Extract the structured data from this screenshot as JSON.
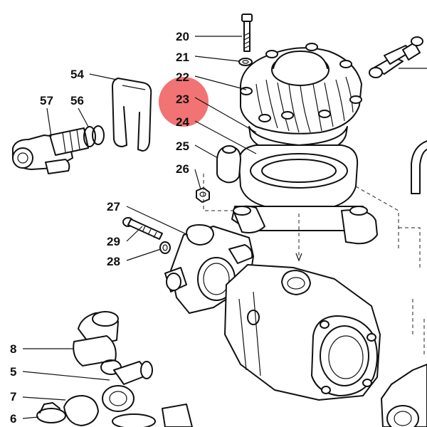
{
  "diagram": {
    "highlight_color": "#f05a5a",
    "line_color": "#111111",
    "background": "#ffffff",
    "labels": [
      {
        "id": "p20",
        "text": "20"
      },
      {
        "id": "p21",
        "text": "21"
      },
      {
        "id": "p22",
        "text": "22"
      },
      {
        "id": "p23",
        "text": "23",
        "highlighted": true
      },
      {
        "id": "p24",
        "text": "24"
      },
      {
        "id": "p25",
        "text": "25"
      },
      {
        "id": "p26",
        "text": "26"
      },
      {
        "id": "p27",
        "text": "27"
      },
      {
        "id": "p29",
        "text": "29"
      },
      {
        "id": "p28",
        "text": "28"
      },
      {
        "id": "p54",
        "text": "54"
      },
      {
        "id": "p57",
        "text": "57"
      },
      {
        "id": "p56",
        "text": "56"
      },
      {
        "id": "p8",
        "text": "8"
      },
      {
        "id": "p5",
        "text": "5"
      },
      {
        "id": "p7",
        "text": "7"
      },
      {
        "id": "p6",
        "text": "6"
      }
    ]
  }
}
